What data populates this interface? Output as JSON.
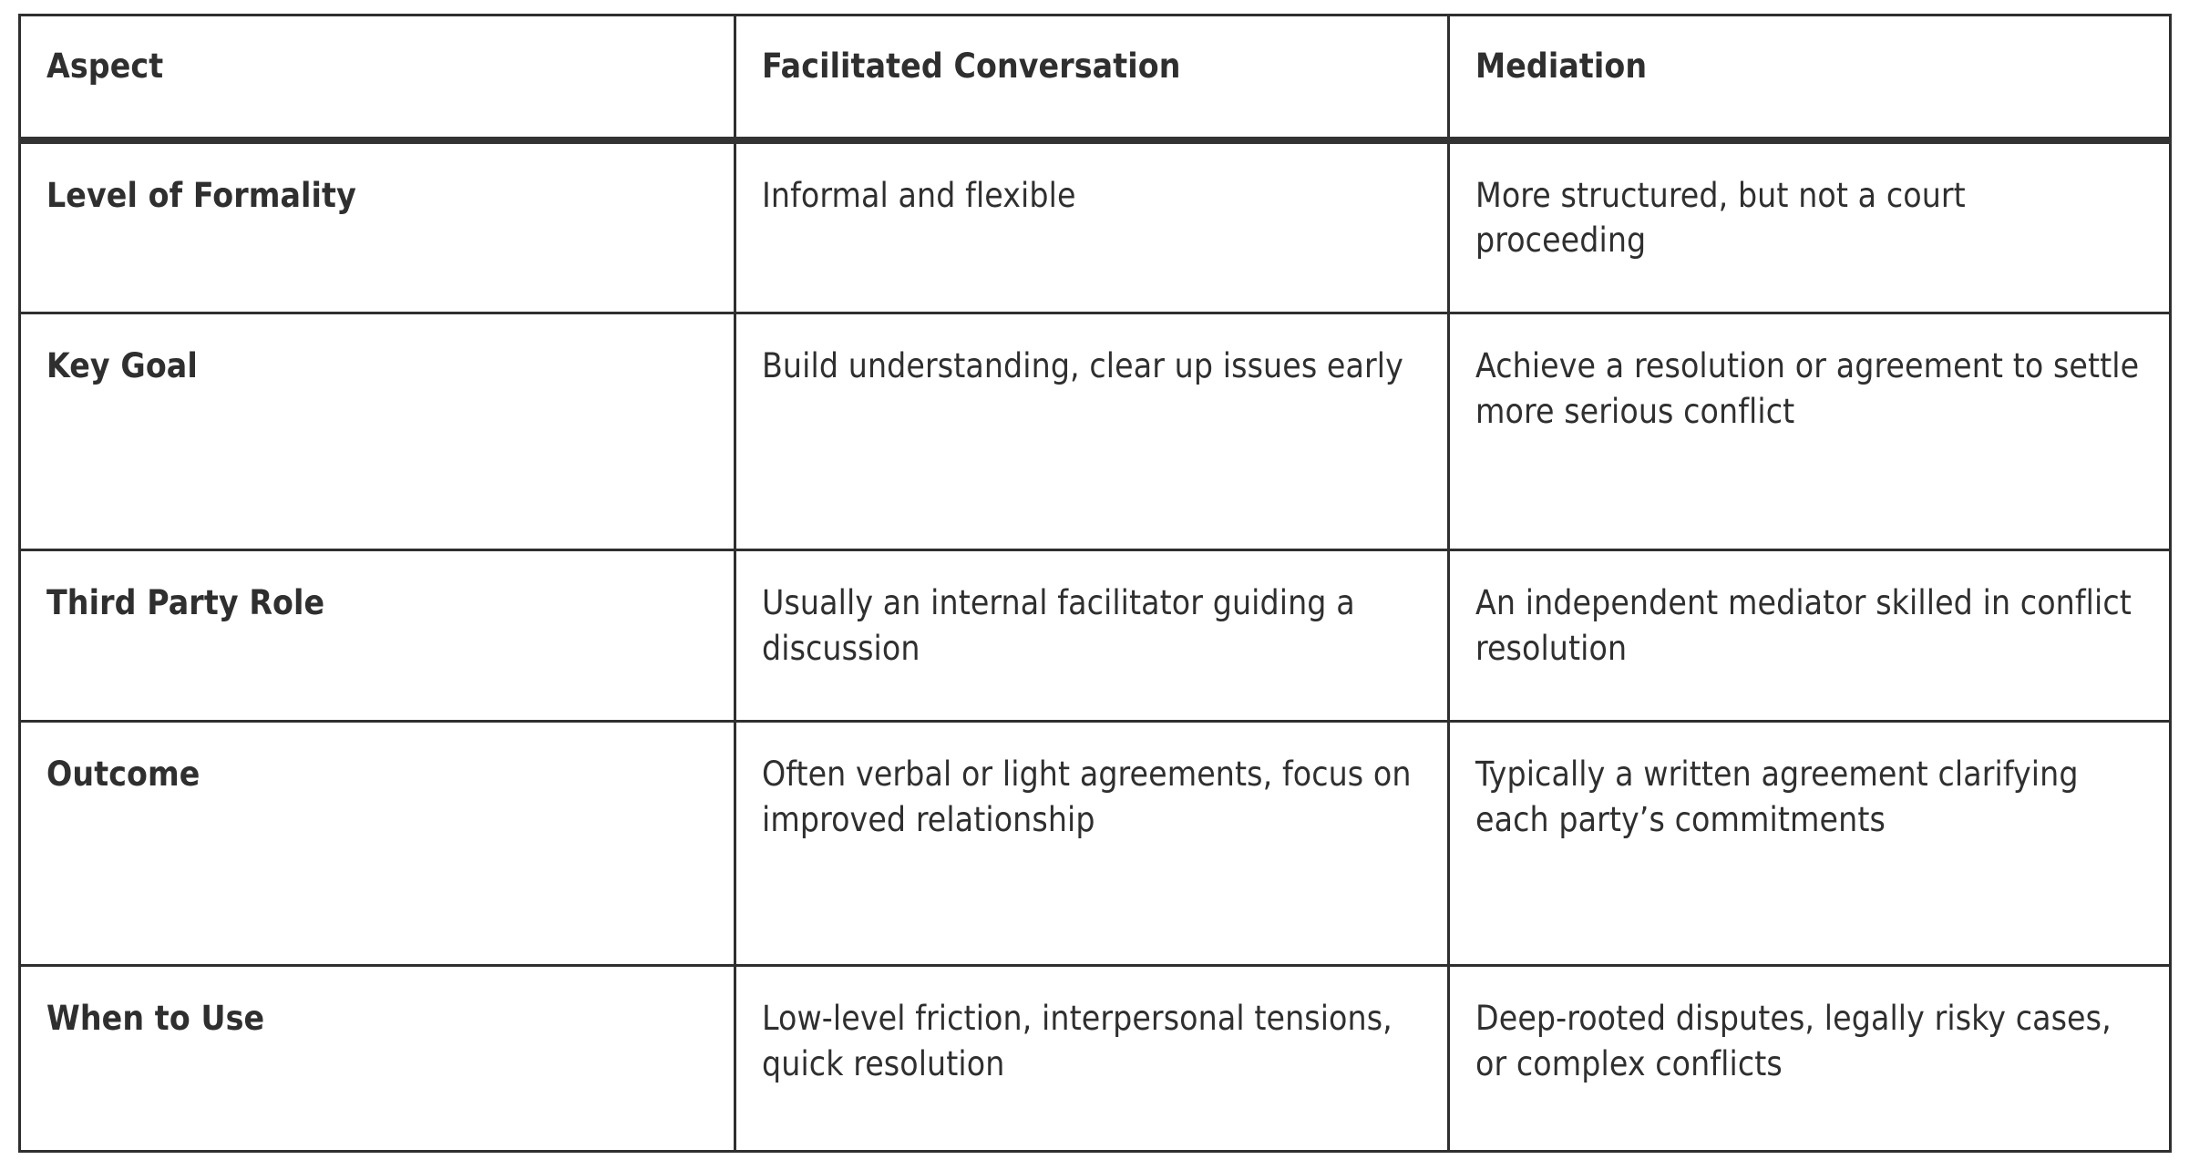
{
  "table": {
    "columns": [
      "Aspect",
      "Facilitated Conversation",
      "Mediation"
    ],
    "rows": [
      {
        "aspect": "Level of Formality",
        "facilitated_conversation": "Informal and flexible",
        "mediation": "More structured, but not a court proceeding"
      },
      {
        "aspect": "Key Goal",
        "facilitated_conversation": "Build understanding, clear up issues early",
        "mediation": "Achieve a resolution or agreement to settle more serious conflict"
      },
      {
        "aspect": "Third Party Role",
        "facilitated_conversation": "Usually an internal facilitator guiding a discussion",
        "mediation": "An independent mediator skilled in conflict resolution"
      },
      {
        "aspect": "Outcome",
        "facilitated_conversation": "Often verbal or light agreements, focus on improved relationship",
        "mediation": "Typically a written agreement clarifying each party’s commitments"
      },
      {
        "aspect": "When to Use",
        "facilitated_conversation": "Low-level friction, interpersonal tensions, quick resolution",
        "mediation": "Deep-rooted disputes, legally risky cases, or complex conflicts"
      }
    ]
  },
  "style": {
    "border_color": "#2f2f2f",
    "header_rule_color": "#333333",
    "text_color": "#2f2f2f",
    "background": "#ffffff"
  }
}
